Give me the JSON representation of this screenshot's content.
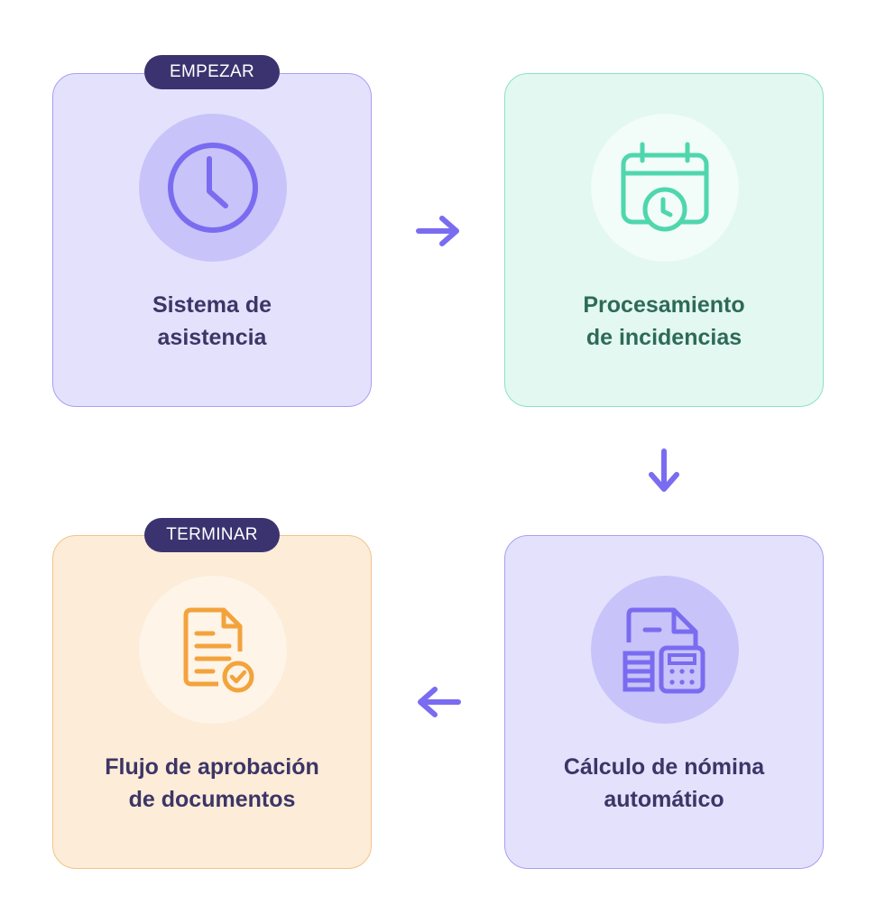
{
  "badges": {
    "start": "EMPEZAR",
    "end": "TERMINAR"
  },
  "steps": [
    {
      "label": "Sistema de\nasistencia",
      "icon": "clock-icon",
      "color": "#7a6cf0"
    },
    {
      "label": "Procesamiento\nde incidencias",
      "icon": "calendar-clock-icon",
      "color": "#4fd6ad"
    },
    {
      "label": "Cálculo de nómina\nautomático",
      "icon": "payroll-calculator-icon",
      "color": "#7a6cf0"
    },
    {
      "label": "Flujo de aprobación\nde documentos",
      "icon": "document-check-icon",
      "color": "#f3a33c"
    }
  ],
  "arrows": {
    "color": "#7a6cf0",
    "directions": [
      "right",
      "down",
      "left"
    ]
  },
  "colors": {
    "badge_bg": "#3b3370",
    "purple_card": "#e4e1fd",
    "green_card": "#e2f8f1",
    "orange_card": "#fcecd8"
  }
}
